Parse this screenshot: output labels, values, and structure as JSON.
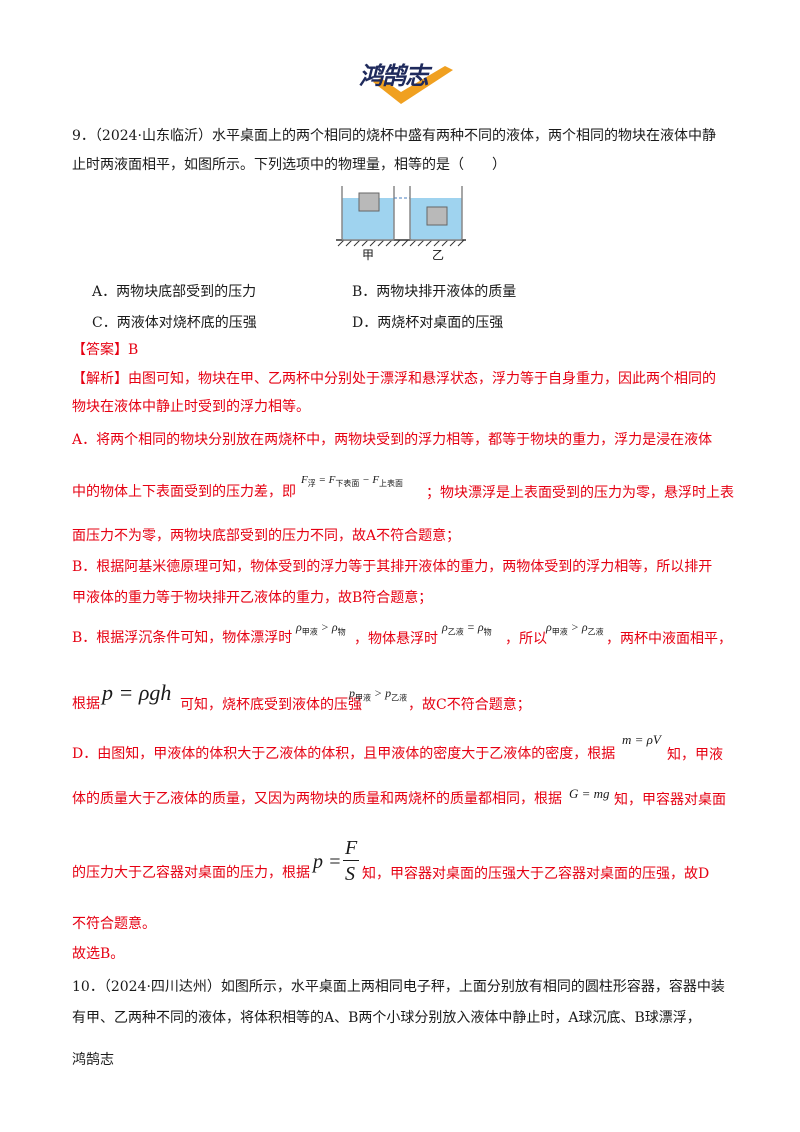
{
  "header": {
    "logo_text": "鸿鹄志"
  },
  "q9": {
    "line1": "9．（2024·山东临沂）水平桌面上的两个相同的烧杯中盛有两种不同的液体，两个相同的物块在液体中静",
    "line2": "止时两液面相平，如图所示。下列选项中的物理量，相等的是（　　）",
    "figure": {
      "label_left": "甲",
      "label_right": "乙"
    },
    "options": {
      "A": "A．两物块底部受到的压力",
      "B": "B．两物块排开液体的质量",
      "C": "C．两液体对烧杯底的压强",
      "D": "D．两烧杯对桌面的压强"
    },
    "answer": "【答案】B",
    "analysis": {
      "p1_l1": "【解析】由图可知，物块在甲、乙两杯中分别处于漂浮和悬浮状态，浮力等于自身重力，因此两个相同的",
      "p1_l2": "物块在液体中静止时受到的浮力相等。",
      "pA_l1": "A．将两个相同的物块分别放在两烧杯中，两物块受到的浮力相等，都等于物块的重力，浮力是浸在液体",
      "pA_l2a": "中的物体上下表面受到的压力差，即",
      "pA_l2b": "；物块漂浮是上表面受到的压力为零，悬浮时上表",
      "pA_l3": "面压力不为零，两物块底部受到的压力不同，故A不符合题意；",
      "pB1_l1": "B．根据阿基米德原理可知，物体受到的浮力等于其排开液体的重力，两物体受到的浮力相等，所以排开",
      "pB1_l2": "甲液体的重力等于物块排开乙液体的重力，故B符合题意；",
      "pB2_a": "B．根据浮沉条件可知，物体漂浮时",
      "pB2_b": "，物体悬浮时",
      "pB2_c": "，所以",
      "pB2_d": "，两杯中液面相平，",
      "pC_a": "根据",
      "pC_b": "可知，烧杯底受到液体的压强",
      "pC_c": "，故C不符合题意；",
      "pD_l1a": "D．由图知，甲液体的体积大于乙液体的体积，且甲液体的密度大于乙液体的密度，根据",
      "pD_l1b": "知，甲液",
      "pD_l2a": "体的质量大于乙液体的质量，又因为两物块的质量和两烧杯的质量都相同，根据",
      "pD_l2b": "知，甲容器对桌面",
      "pD_l3a": "的压力大于乙容器对桌面的压力，根据",
      "pD_l3b": "知，甲容器对桌面的压强大于乙容器对桌面的压强，故D",
      "pD_l4": "不符合题意。",
      "conclusion": "故选B。"
    },
    "formulas": {
      "f_buoy": "F",
      "f_buoy_sub1": "浮",
      "f_eq": " = F",
      "f_sub2": "下表面",
      "f_minus": " − F",
      "f_sub3": "上表面",
      "rho": "ρ",
      "sub_jia": "甲液",
      "sub_wu": "物",
      "sub_yi": "乙液",
      "sub_wu2": "物",
      "gt": " > ",
      "eq": " = ",
      "p_rgh": "p = ρgh",
      "p": "p",
      "m_rv": "m = ρV",
      "g_mg": "G = mg",
      "p_eq": "p = ",
      "F": "F",
      "S": "S"
    }
  },
  "q10": {
    "line1": "10．（2024·四川达州）如图所示，水平桌面上两相同电子秤，上面分别放有相同的圆柱形容器，容器中装",
    "line2": "有甲、乙两种不同的液体，将体积相等的A、B两个小球分别放入液体中静止时，A球沉底、B球漂浮，"
  },
  "footer": {
    "text": "鸿鹄志"
  },
  "colors": {
    "answer_red": "#e60012",
    "liquid_blue": "#9fd3ef",
    "logo_navy": "#1f2a5c",
    "logo_orange": "#f0a020"
  }
}
